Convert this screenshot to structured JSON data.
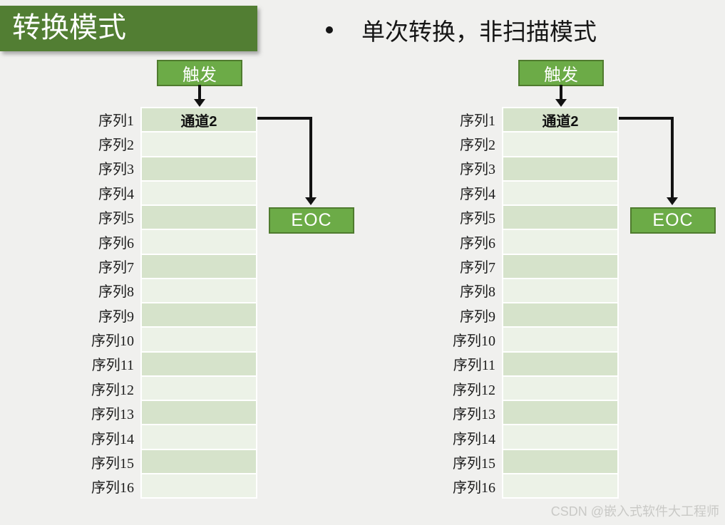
{
  "slide": {
    "title": "转换模式",
    "bullet": "单次转换，非扫描模式",
    "watermark": "CSDN @嵌入式软件大工程师"
  },
  "colors": {
    "background": "#f0f0ee",
    "banner": "#527e33",
    "button_green": "#6cab47",
    "button_border": "#4f7b2e",
    "row_odd": "#d6e3cb",
    "row_even": "#ecf2e7",
    "arrow": "#121212"
  },
  "diagram": {
    "trigger_label": "触发",
    "channel_label": "通道2",
    "eoc_label": "EOC",
    "rows": [
      "序列1",
      "序列2",
      "序列3",
      "序列4",
      "序列5",
      "序列6",
      "序列7",
      "序列8",
      "序列9",
      "序列10",
      "序列11",
      "序列12",
      "序列13",
      "序列14",
      "序列15",
      "序列16"
    ]
  }
}
